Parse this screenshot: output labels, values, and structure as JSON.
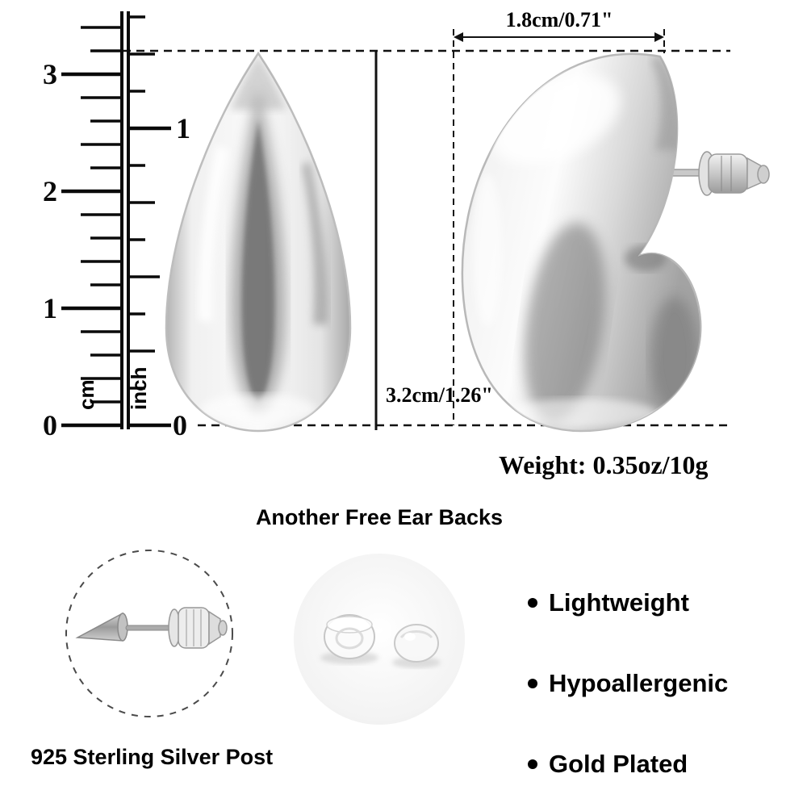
{
  "measurements": {
    "width_label": "1.8cm/0.71\"",
    "height_label": "3.2cm/1.26\"",
    "weight_label": "Weight: 0.35oz/10g"
  },
  "ruler": {
    "cm_unit": "cm",
    "inch_unit": "inch",
    "cm_numbers": [
      "3",
      "2",
      "1",
      "0"
    ],
    "inch_numbers": [
      "1",
      "0"
    ]
  },
  "captions": {
    "ear_backs_heading": "Another Free Ear Backs",
    "post_caption": "925 Sterling Silver Post"
  },
  "features": [
    "Lightweight",
    "Hypoallergenic",
    "Gold Plated"
  ],
  "colors": {
    "background": "#ffffff",
    "metal_highlight": "#fafafa",
    "metal_mid": "#cfcfcf",
    "metal_shadow": "#8f8f8f",
    "annotation_line": "#111111"
  }
}
